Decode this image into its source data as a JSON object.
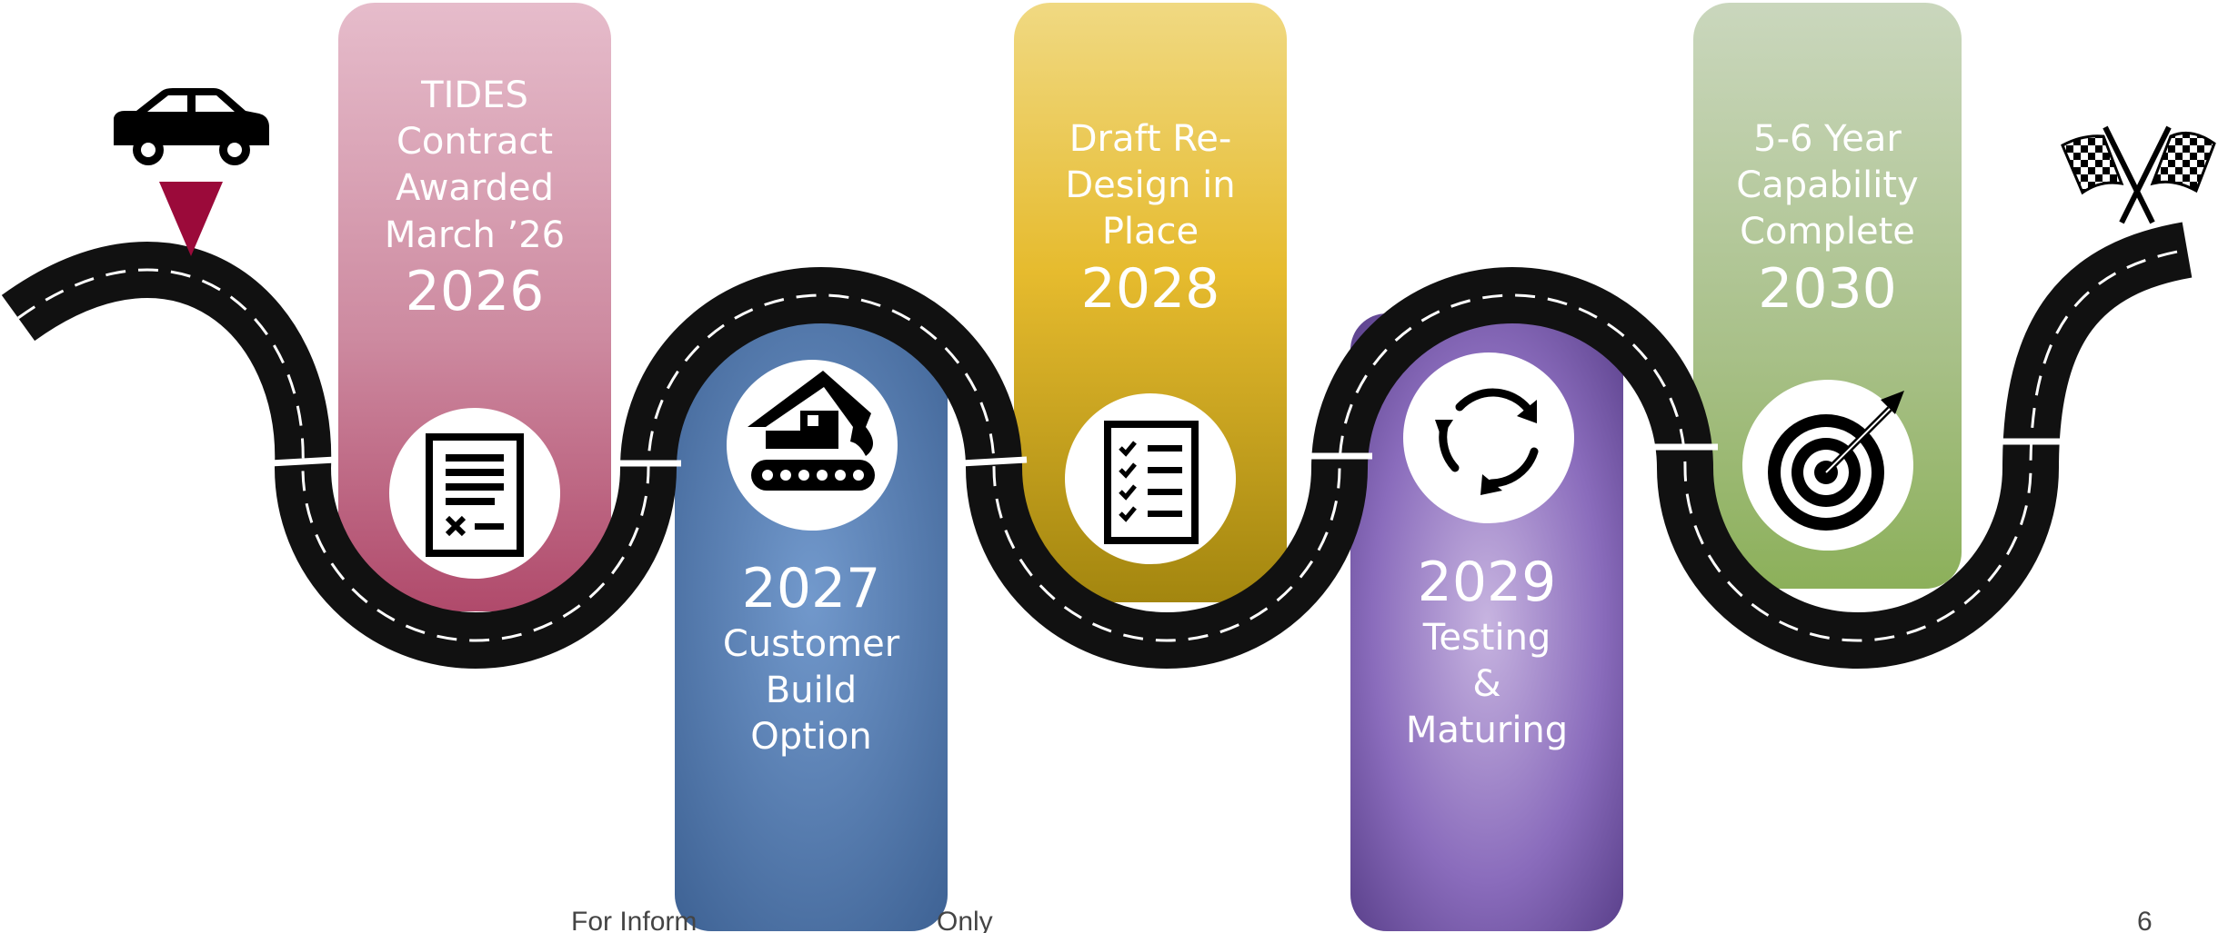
{
  "footer": {
    "text_left": "For Inform",
    "text_right": "Only",
    "page_number": "6"
  },
  "colors": {
    "road": "#111111",
    "road_dash": "#ffffff",
    "marker": "#9b0a3a",
    "pill_1": [
      "#e6bccb",
      "#b4506f"
    ],
    "pill_2": [
      "#6d91c4",
      "#3f6497"
    ],
    "pill_3": [
      "#f0d77e",
      "#a88c16"
    ],
    "pill_4": [
      "#b8a2d6",
      "#5e4590"
    ],
    "pill_5": [
      "#cad7bd",
      "#8eb25e"
    ]
  },
  "milestones": [
    {
      "lines": [
        "TIDES",
        "Contract",
        "Awarded",
        "March ’26"
      ],
      "year": "2026",
      "icon": "contract-document-icon"
    },
    {
      "lines": [
        "Customer",
        "Build",
        "Option"
      ],
      "year": "2027",
      "icon": "excavator-icon"
    },
    {
      "lines": [
        "Draft Re-",
        "Design in",
        "Place"
      ],
      "year": "2028",
      "icon": "checklist-icon"
    },
    {
      "lines": [
        "Testing",
        "&",
        "Maturing"
      ],
      "year": "2029",
      "icon": "refresh-cycle-icon"
    },
    {
      "lines": [
        "5-6 Year",
        "Capability",
        "Complete"
      ],
      "year": "2030",
      "icon": "target-icon"
    }
  ],
  "start_icon": "car-icon",
  "finish_icon": "checkered-flags-icon"
}
